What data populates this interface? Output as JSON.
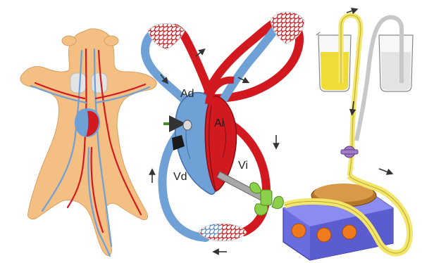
{
  "labels": {
    "right_atrium": "Ad",
    "left_atrium": "Ai",
    "right_ventricle": "Vd",
    "left_ventricle": "Vi"
  },
  "colors": {
    "oxygenated": "#d31920",
    "deoxygenated": "#6fa1d6",
    "body_skin": "#f4bf83",
    "tube": "#f3e66a",
    "perfusate": "#f0dc38",
    "pump_base": "#6a6ce0",
    "pump_disc": "#d89a48",
    "pump_buttons": "#f07a1e",
    "clamp": "#8ad04a",
    "valve": "#a27ac7",
    "needle": "#9a9a9a",
    "cannula_arrow": "#3f8f2a"
  }
}
